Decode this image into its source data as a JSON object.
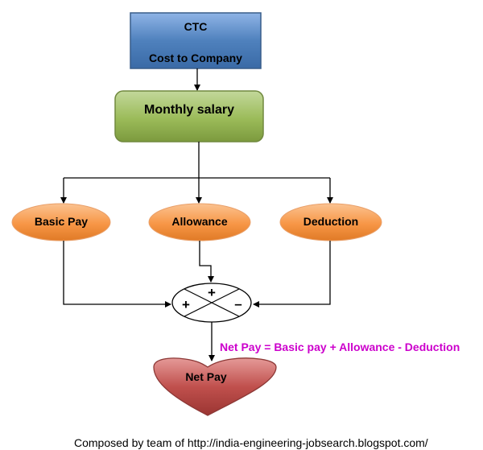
{
  "diagram": {
    "ctc": {
      "line1": "CTC",
      "line2": "Cost to Company"
    },
    "monthly": "Monthly salary",
    "basic": "Basic Pay",
    "allowance": "Allowance",
    "deduction": "Deduction",
    "plus_top": "+",
    "plus_left": "+",
    "minus_right": "–",
    "formula": "Net Pay = Basic pay + Allowance  - Deduction",
    "net_pay": "Net Pay",
    "footer": "Composed by team of http://india-engineering-jobsearch.blogspot.com/"
  },
  "colors": {
    "ctc_fill": "#4f81bd",
    "monthly_fill": "#9bbb59",
    "ellipse_fill": "#f79646",
    "heart_fill": "#c0504d",
    "formula_text": "#cc00cc",
    "connector": "#000000"
  }
}
